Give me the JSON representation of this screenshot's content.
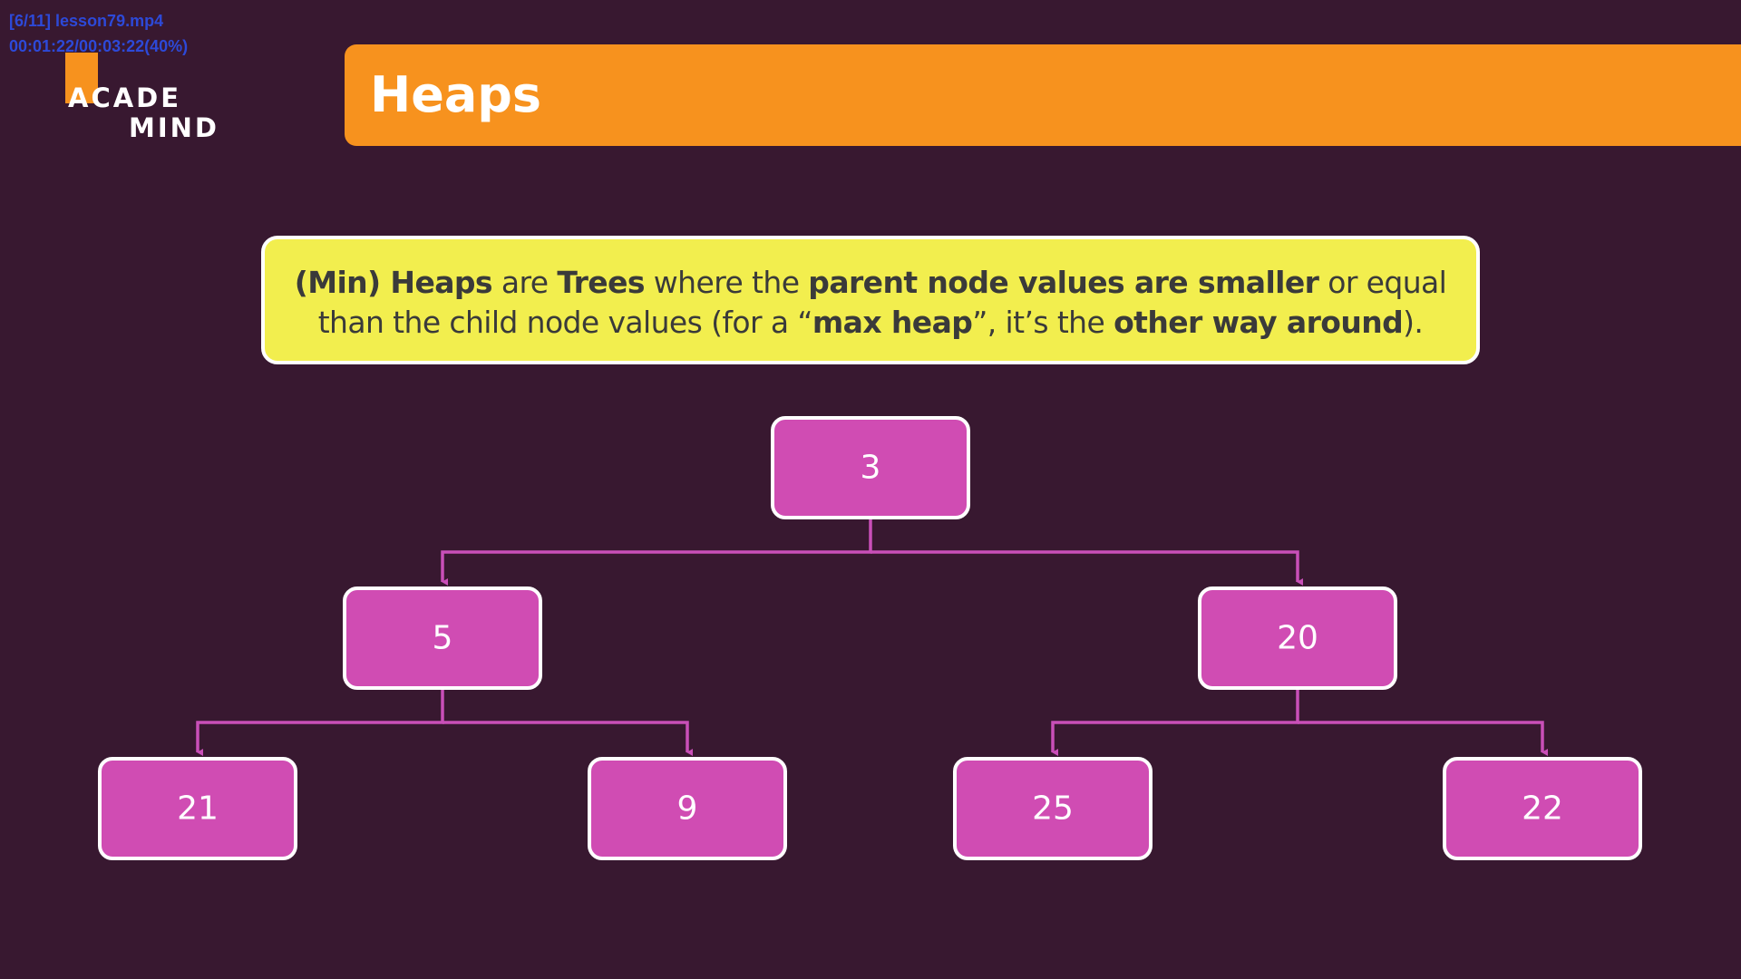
{
  "overlay": {
    "file_line": "[6/11] lesson79.mp4",
    "time_line": "00:01:22/00:03:22(40%)"
  },
  "logo": {
    "line1": "ACADE",
    "line2": "MIND"
  },
  "header": {
    "title": "Heaps"
  },
  "definition": {
    "p1": "(Min) Heaps",
    "p2": " are ",
    "p3": "Trees",
    "p4": " where the ",
    "p5": "parent node values are smaller",
    "p6": " or equal than the child node values (for a “",
    "p7": "max heap",
    "p8": "”, it’s the ",
    "p9": "other way around",
    "p10": ")."
  },
  "tree": {
    "root": "3",
    "left": "5",
    "right": "20",
    "left_left": "21",
    "left_right": "9",
    "right_left": "25",
    "right_right": "22"
  },
  "colors": {
    "background": "#381830",
    "header": "#f7921e",
    "definition_box": "#f2ee4e",
    "node_fill": "#d04cb3",
    "connector": "#c94fb8"
  }
}
